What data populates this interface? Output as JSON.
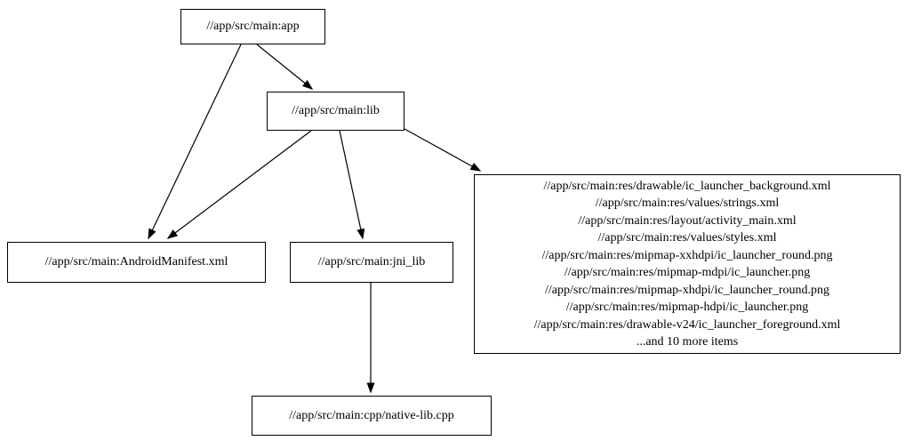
{
  "diagram": {
    "type": "dependency-graph",
    "background_color": "#ffffff",
    "node_border_color": "#000000",
    "node_fill_color": "#ffffff",
    "nodes": {
      "app": {
        "label": "//app/src/main:app"
      },
      "lib": {
        "label": "//app/src/main:lib"
      },
      "manifest": {
        "label": "//app/src/main:AndroidManifest.xml"
      },
      "jni_lib": {
        "label": "//app/src/main:jni_lib"
      },
      "cpp": {
        "label": "//app/src/main:cpp/native-lib.cpp"
      },
      "res": {
        "lines": [
          "//app/src/main:res/drawable/ic_launcher_background.xml",
          "//app/src/main:res/values/strings.xml",
          "//app/src/main:res/layout/activity_main.xml",
          "//app/src/main:res/values/styles.xml",
          "//app/src/main:res/mipmap-xxhdpi/ic_launcher_round.png",
          "//app/src/main:res/mipmap-mdpi/ic_launcher.png",
          "//app/src/main:res/mipmap-xhdpi/ic_launcher_round.png",
          "//app/src/main:res/mipmap-hdpi/ic_launcher.png",
          "//app/src/main:res/drawable-v24/ic_launcher_foreground.xml",
          "...and 10 more items"
        ]
      }
    },
    "edges": [
      {
        "from": "app",
        "to": "lib"
      },
      {
        "from": "app",
        "to": "manifest"
      },
      {
        "from": "lib",
        "to": "manifest"
      },
      {
        "from": "lib",
        "to": "jni_lib"
      },
      {
        "from": "lib",
        "to": "res"
      },
      {
        "from": "jni_lib",
        "to": "cpp"
      }
    ]
  }
}
